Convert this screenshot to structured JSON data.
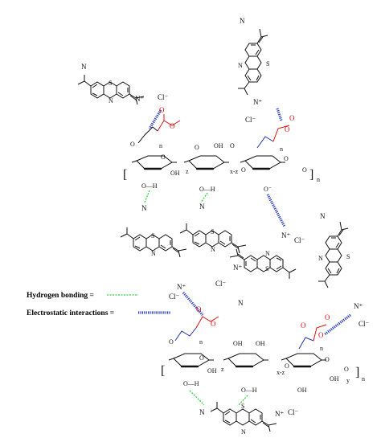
{
  "legend": {
    "hydrogen_bonding": "Hydrogen bonding =",
    "electrostatic_interactions": "Electrostatic interactions ="
  },
  "atoms": {
    "N": "N",
    "N_plus": "N⁺",
    "S": "S",
    "O": "O",
    "O_minus": "O⁻",
    "OH": "OH",
    "O_H": "O—H",
    "H": "H",
    "Cl_minus": "Cl⁻"
  },
  "subscripts": {
    "n": "n",
    "z": "z",
    "x_z": "x-z",
    "y": "y"
  },
  "colors": {
    "hydrogen_bond": "#2bd43a",
    "electrostatic": "#2a3cc8",
    "ester_group": "#e01010",
    "graft_chain": "#1f2fb0",
    "structure": "#111111"
  }
}
